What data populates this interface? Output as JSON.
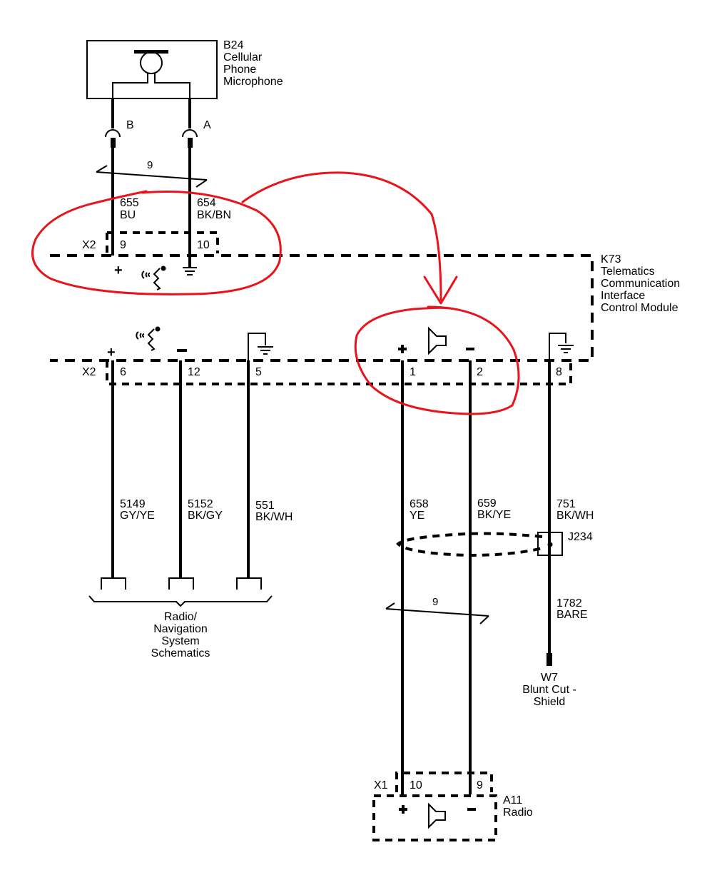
{
  "diagram": {
    "components": {
      "b24": {
        "id": "B24",
        "lines": [
          "Cellular",
          "Phone",
          "Microphone"
        ]
      },
      "k73": {
        "id": "K73",
        "lines": [
          "Telematics",
          "Communication",
          "Interface",
          "Control Module"
        ]
      },
      "a11": {
        "id": "A11",
        "lines": [
          "Radio"
        ]
      },
      "w7": {
        "id": "W7",
        "lines": [
          "Blunt Cut -",
          "Shield"
        ]
      },
      "j234": {
        "id": "J234"
      },
      "radio_nav": {
        "lines": [
          "Radio/",
          "Navigation",
          "System",
          "Schematics"
        ]
      }
    },
    "mic_pins": {
      "b": "B",
      "a": "A"
    },
    "twist_count_top": "9",
    "twist_count_bottom": "9",
    "wires": {
      "w655": {
        "circuit": "655",
        "color": "BU"
      },
      "w654": {
        "circuit": "654",
        "color": "BK/BN"
      },
      "w5149": {
        "circuit": "5149",
        "color": "GY/YE"
      },
      "w5152": {
        "circuit": "5152",
        "color": "BK/GY"
      },
      "w551": {
        "circuit": "551",
        "color": "BK/WH"
      },
      "w658": {
        "circuit": "658",
        "color": "YE"
      },
      "w659": {
        "circuit": "659",
        "color": "BK/YE"
      },
      "w751": {
        "circuit": "751",
        "color": "BK/WH"
      },
      "w1782": {
        "circuit": "1782",
        "color": "BARE"
      }
    },
    "connectors": {
      "x2_top": {
        "name": "X2",
        "pins": [
          "9",
          "10"
        ]
      },
      "x2_bottom": {
        "name": "X2",
        "pins": [
          "6",
          "12",
          "5",
          "1",
          "2",
          "8"
        ]
      },
      "x1": {
        "name": "X1",
        "pins": [
          "10",
          "9"
        ]
      }
    },
    "polarity": {
      "plus": "+",
      "minus": "−"
    },
    "annotation_color": "#e8141b"
  }
}
